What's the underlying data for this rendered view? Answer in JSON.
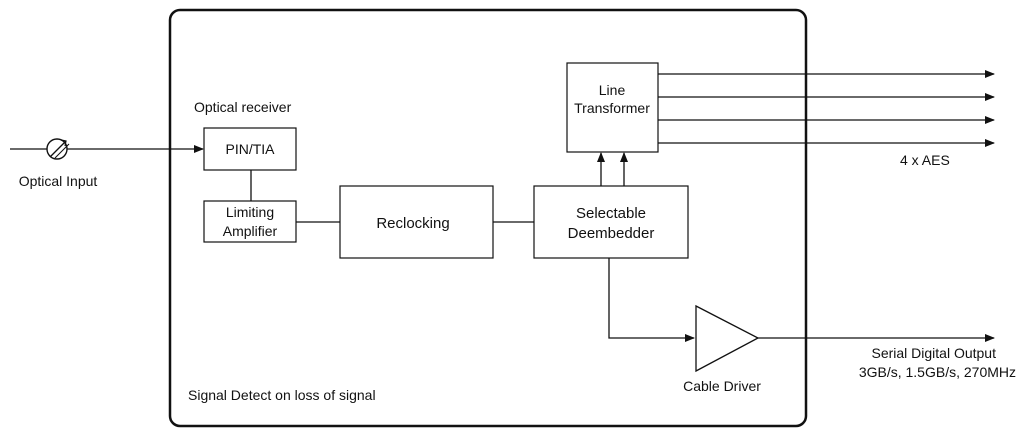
{
  "optical_input": {
    "label": "Optical Input"
  },
  "optical_receiver": {
    "label": "Optical receiver"
  },
  "blocks": {
    "pin_tia": "PIN/TIA",
    "limiting_amp": [
      "Limiting",
      "Amplifier"
    ],
    "reclocking": "Reclocking",
    "deembedder": [
      "Selectable",
      "Deembedder"
    ],
    "line_transformer": [
      "Line",
      "Transformer"
    ]
  },
  "cable_driver": {
    "label": "Cable Driver"
  },
  "outputs": {
    "aes": "4 x AES",
    "sdo_line1": "Serial Digital Output",
    "sdo_line2": "3GB/s, 1.5GB/s, 270MHz"
  },
  "signal_detect": "Signal Detect on loss of signal"
}
